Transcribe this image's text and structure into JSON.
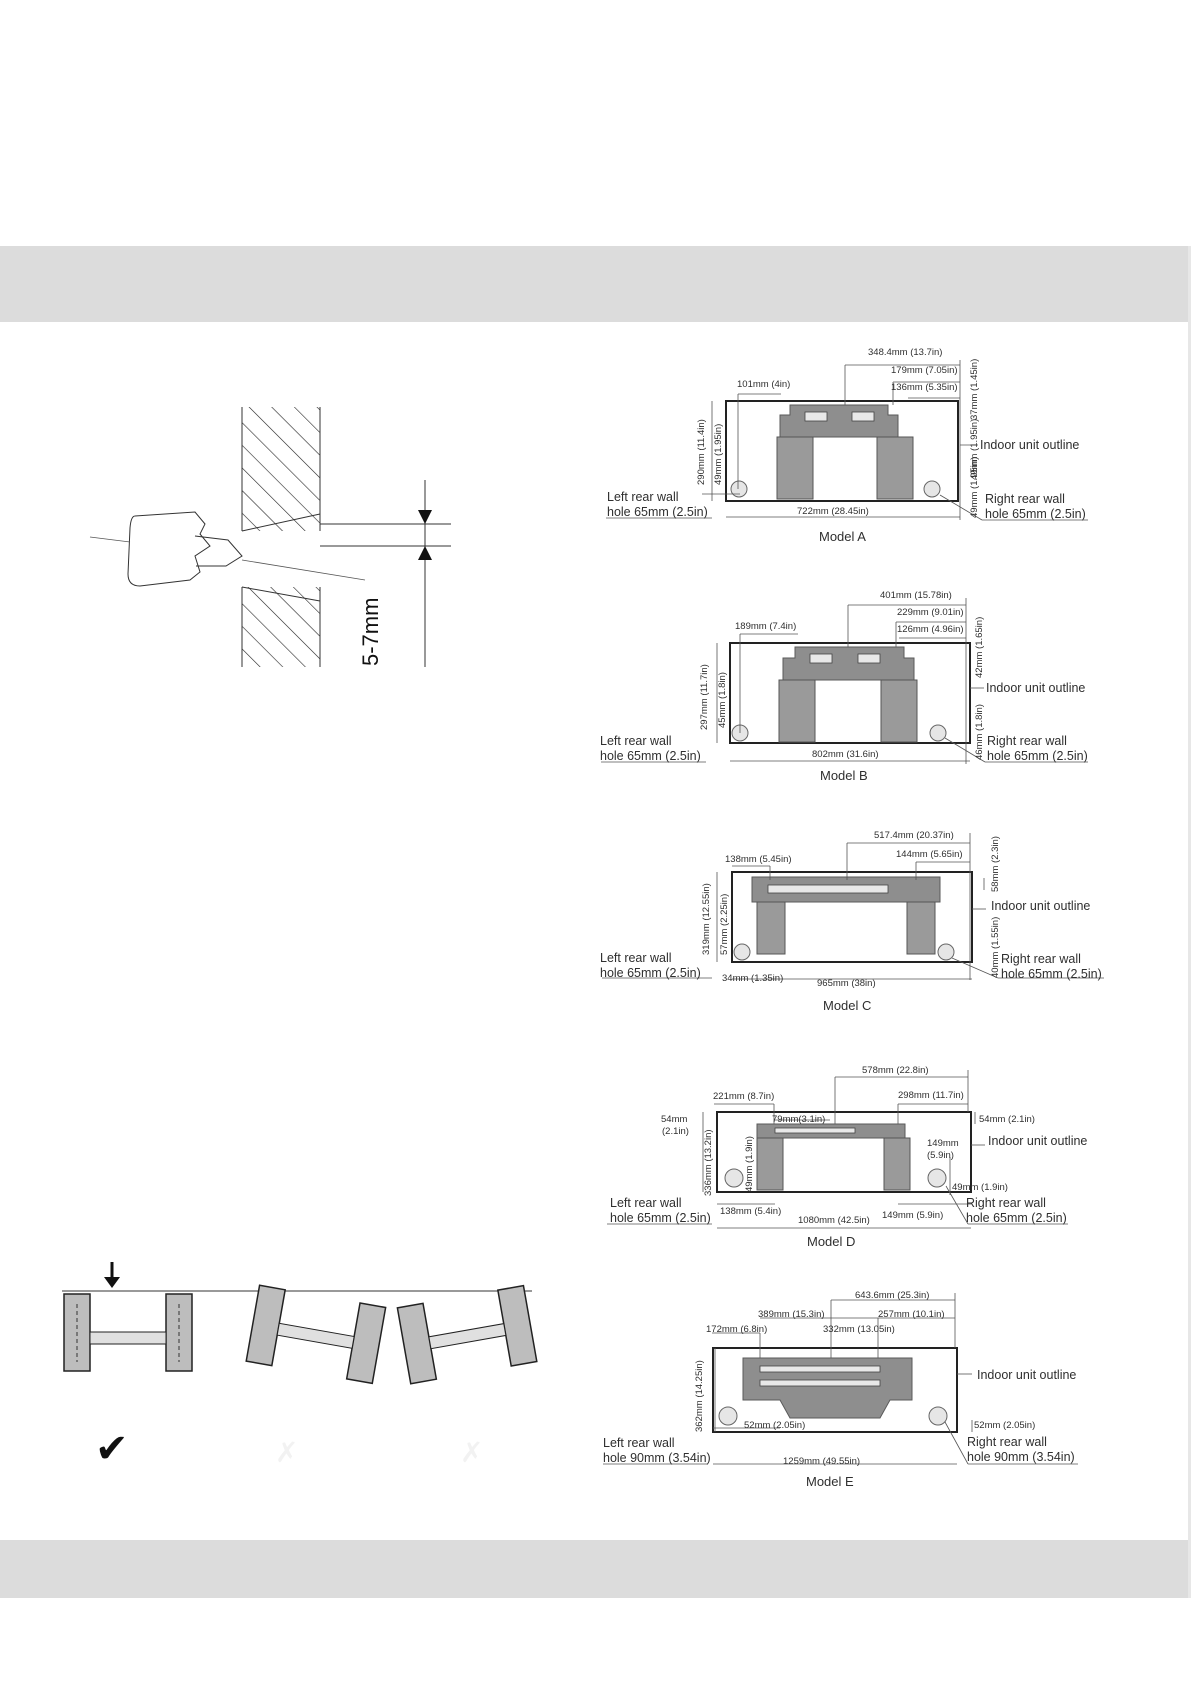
{
  "drill": {
    "dimension": "5-7mm"
  },
  "level_examples": {
    "check_symbol": "✔",
    "faint_marks": [
      "✗",
      "✗"
    ]
  },
  "models": [
    {
      "caption": "Model A",
      "dims": [
        "348.4mm (13.7in)",
        "179mm (7.05in)",
        "136mm (5.35in)",
        "101mm (4in)",
        "722mm (28.45in)"
      ],
      "vdims": [
        "290mm (11.4in)",
        "49mm (1.95in)",
        "37mm (1.45in)",
        "49mm (1.95in)",
        "49mm (1.95in)"
      ],
      "outline_label": "Indoor unit outline",
      "left_hole": [
        "Left rear wall",
        "hole 65mm  (2.5in)"
      ],
      "right_hole": [
        "Right rear wall",
        "hole 65mm (2.5in)"
      ]
    },
    {
      "caption": "Model B",
      "dims": [
        "401mm (15.78in)",
        "229mm (9.01in)",
        "126mm (4.96in)",
        "189mm (7.4in)",
        "802mm (31.6in)"
      ],
      "vdims": [
        "297mm (11.7in)",
        "45mm (1.8in)",
        "42mm (1.65in)",
        "46mm (1.8in)"
      ],
      "outline_label": "Indoor unit outline",
      "left_hole": [
        "Left rear wall",
        "hole 65mm  (2.5in)"
      ],
      "right_hole": [
        "Right rear wall",
        "hole 65mm (2.5in)"
      ]
    },
    {
      "caption": "Model C",
      "dims": [
        "517.4mm (20.37in)",
        "144mm (5.65in)",
        "138mm (5.45in)",
        "34mm (1.35in)",
        "965mm (38in)"
      ],
      "vdims": [
        "319mm (12.55in)",
        "57mm (2.25in)",
        "58mm (2.3in)",
        "40mm (1.55in)"
      ],
      "outline_label": "Indoor unit outline",
      "left_hole": [
        "Left rear wall",
        "hole 65mm  (2.5in)"
      ],
      "right_hole": [
        "Right rear wall",
        "hole 65mm (2.5in)"
      ]
    },
    {
      "caption": "Model D",
      "dims": [
        "578mm (22.8in)",
        "221mm (8.7in)",
        "298mm (11.7in)",
        "79mm(3.1in)",
        "138mm (5.4in)",
        "1080mm (42.5in)",
        "149mm (5.9in)",
        "54mm",
        "(2.1in)",
        "54mm (2.1in)",
        "149mm",
        "(5.9in)",
        "49mm (1.9in)"
      ],
      "vdims": [
        "336mm (13.2in)",
        "49mm (1.9in)"
      ],
      "outline_label": "Indoor unit outline",
      "left_hole": [
        "Left rear wall",
        "hole 65mm (2.5in)"
      ],
      "right_hole": [
        "Right rear wall",
        "hole 65mm (2.5in)"
      ]
    },
    {
      "caption": "Model E",
      "dims": [
        "643.6mm (25.3in)",
        "389mm (15.3in)",
        "257mm (10.1in)",
        "172mm (6.8in)",
        "332mm (13.05in)",
        "52mm (2.05in)",
        "52mm (2.05in)",
        "1259mm (49.55in)"
      ],
      "vdims": [
        "362mm (14.25in)"
      ],
      "outline_label": "Indoor unit outline",
      "left_hole": [
        "Left rear wall",
        "hole 90mm (3.54in)"
      ],
      "right_hole": [
        "Right rear wall",
        "hole 90mm (3.54in)"
      ]
    }
  ]
}
